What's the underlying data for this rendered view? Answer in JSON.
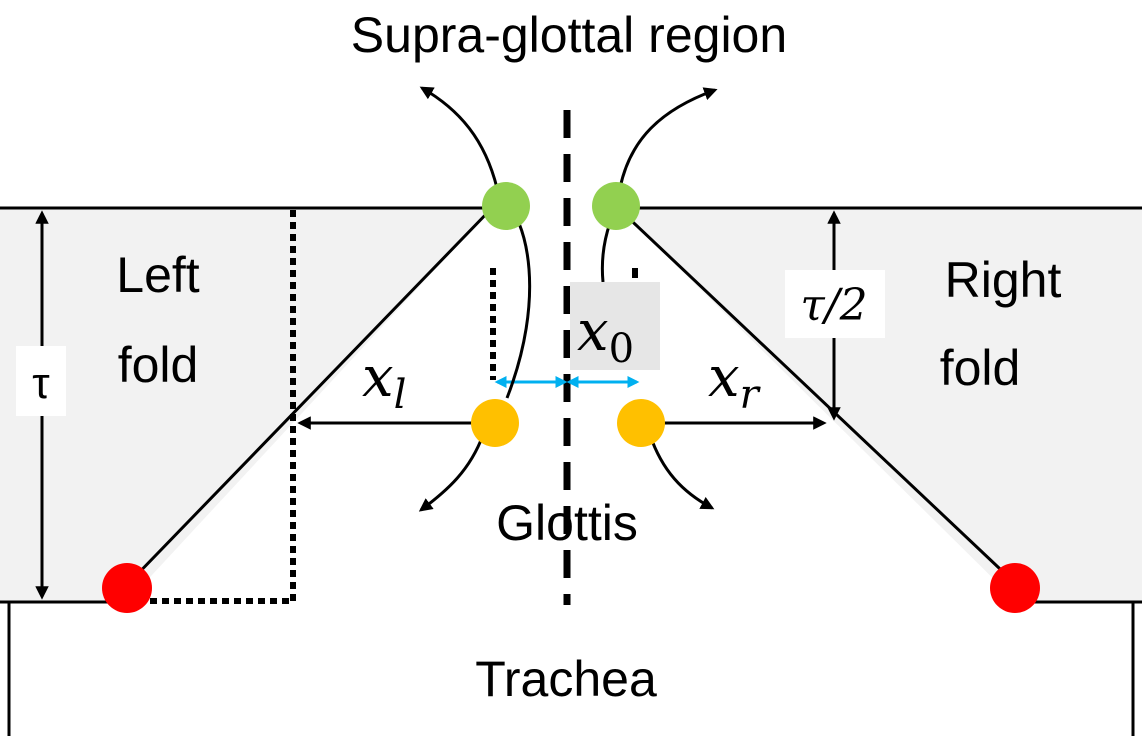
{
  "regions": {
    "supra": "Supra-glottal region",
    "left_fold_line1": "Left",
    "left_fold_line2": "fold",
    "right_fold_line1": "Right",
    "right_fold_line2": "fold",
    "glottis": "Glottis",
    "trachea": "Trachea"
  },
  "symbols": {
    "tau": "τ",
    "half_tau": "τ/2",
    "x0_base": "x",
    "x0_sub": "0",
    "xl_base": "x",
    "xl_sub": "l",
    "xr_base": "x",
    "xr_sub": "r"
  },
  "colors": {
    "fold_fill": "#f2f2f2",
    "x0_box": "#e6e6e6",
    "green_point": "#92d050",
    "yellow_point": "#ffc000",
    "red_point": "#ff0000",
    "cyan_arrow": "#00b0f0",
    "line": "#000000"
  }
}
